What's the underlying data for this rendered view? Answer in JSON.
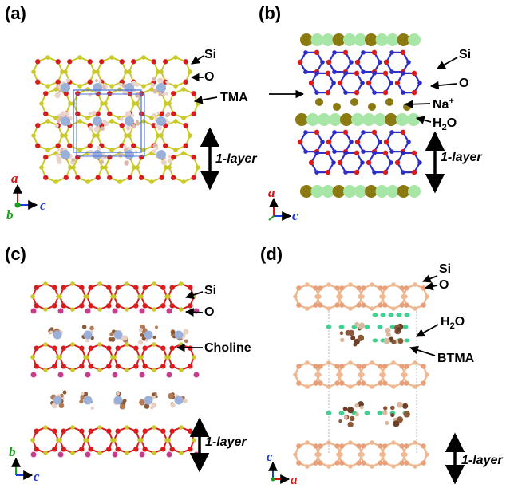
{
  "panels": [
    {
      "id": "a",
      "label": "(a)",
      "annotations": [
        "Si",
        "O",
        "TMA"
      ],
      "layer_label": "1-layer",
      "axes": {
        "vertical": "a",
        "horizontal": "c",
        "out_of_plane": "b"
      }
    },
    {
      "id": "b",
      "label": "(b)",
      "annotations": [
        "Si",
        "O",
        "Na",
        "+",
        "H",
        "2",
        "O"
      ],
      "layer_label": "1-layer",
      "axes": {
        "vertical": "a",
        "horizontal": "c"
      }
    },
    {
      "id": "c",
      "label": "(c)",
      "annotations": [
        "Si",
        "O",
        "Choline"
      ],
      "layer_label": "1-layer",
      "axes": {
        "vertical": "b",
        "horizontal": "c"
      }
    },
    {
      "id": "d",
      "label": "(d)",
      "annotations": [
        "Si",
        "O",
        "H",
        "2",
        "O",
        "BTMA"
      ],
      "layer_label": "1-layer",
      "axes": {
        "vertical": "c",
        "horizontal": "a"
      }
    }
  ],
  "colors": {
    "oxygen": "#d81b1b",
    "silicon": "#c9c928",
    "tma_nitrogen": "#9ab0d8",
    "tma_hydrogen": "#e9d4cc",
    "unit_cell": "#4a6fd0",
    "bond_blue": "#2d2dc8",
    "water": "#a8e6a8",
    "sodium": "#8a7a10",
    "choline_carbon": "#8a5a3a",
    "phosphor_pink": "#c83c8c",
    "btma_frame": "#f0b890",
    "btma_water": "#40d090",
    "axis_red": "#e01010",
    "axis_blue": "#1a3cd8",
    "axis_green": "#1aa01a"
  }
}
